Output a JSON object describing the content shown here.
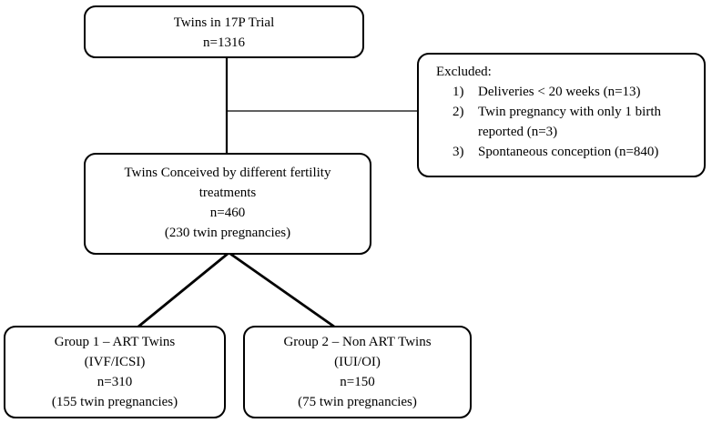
{
  "colors": {
    "line": "#000000",
    "text": "#000000",
    "background": "#ffffff"
  },
  "top_box": {
    "lines": [
      "Twins in 17P Trial",
      "n=1316"
    ]
  },
  "excluded_box": {
    "title": "Excluded:",
    "items": [
      {
        "num": "1)",
        "text": "Deliveries < 20 weeks (n=13)"
      },
      {
        "num": "2)",
        "text": "Twin pregnancy with only 1 birth reported (n=3)"
      },
      {
        "num": "3)",
        "text": "Spontaneous conception (n=840)"
      }
    ]
  },
  "middle_box": {
    "lines": [
      "Twins Conceived by different fertility",
      "treatments",
      "n=460",
      "(230 twin pregnancies)"
    ]
  },
  "group1_box": {
    "lines": [
      "Group 1 – ART Twins",
      "(IVF/ICSI)",
      "n=310",
      "(155 twin pregnancies)"
    ]
  },
  "group2_box": {
    "lines": [
      "Group 2 – Non ART Twins",
      "(IUI/OI)",
      "n=150",
      "(75 twin pregnancies)"
    ]
  }
}
